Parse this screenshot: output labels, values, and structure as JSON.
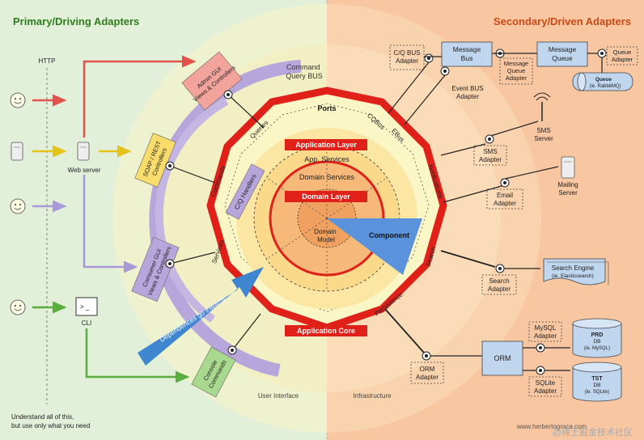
{
  "header": {
    "left_title": "Primary/Driving Adapters",
    "right_title": "Secondary/Driven Adapters"
  },
  "colors": {
    "left_bg": "#e2efd9",
    "right_bg": "#f7c7a1",
    "red": "#e0211a",
    "purple": "#b7a6dc",
    "blue_arrow": "#3f86d1",
    "component": "#5a93dc"
  },
  "primary": {
    "http_label": "HTTP",
    "web_server_label": "Web server",
    "cli_label": "CLI",
    "cli_glyph": "> _",
    "admin_gui": [
      "Admin GUI",
      "Views & Controllers"
    ],
    "soap_rest": [
      "SOAP / REST",
      "Controllers"
    ],
    "consumer_gui": [
      "Consumer GUI",
      "Views & Controllers"
    ],
    "console_commands": [
      "Console",
      "Commands"
    ],
    "command_query_bus": [
      "Command",
      "Query BUS"
    ],
    "cq_handlers": [
      "C/Q Handlers"
    ],
    "dependencies": "Dependences go inwards"
  },
  "core": {
    "ports_title": "Ports",
    "application_layer": "Application Layer",
    "app_services": "App. Services",
    "domain_services": "Domain Services",
    "domain_layer": "Domain Layer",
    "domain_model": [
      "Domain",
      "Model"
    ],
    "component": "Component",
    "application_core": "Application Core"
  },
  "ports": {
    "queries": "Queries",
    "commands": "Commands",
    "services": "Services",
    "cqbus": "CQBus",
    "ebus": "EBus",
    "notifications": "Notifications",
    "search": "Search",
    "persistence": "Persistence"
  },
  "secondary": {
    "cq_bus_adapter": [
      "C/Q BUS",
      "Adapter"
    ],
    "message_bus": [
      "Message",
      "Bus"
    ],
    "message_queue_adapter": [
      "Message",
      "Queue",
      "Adapter"
    ],
    "message_queue": [
      "Message",
      "Queue"
    ],
    "queue_adapter": [
      "Queue",
      "Adapter"
    ],
    "queue_db": [
      "Queue",
      "(ie. RabbitMQ)"
    ],
    "event_bus_adapter": [
      "Event BUS",
      "Adapter"
    ],
    "sms_server": [
      "SMS",
      "Server"
    ],
    "sms_adapter": [
      "SMS",
      "Adapter"
    ],
    "mailing_server": [
      "Mailing",
      "Server"
    ],
    "email_adapter": [
      "Email",
      "Adapter"
    ],
    "search_engine": [
      "Search Engine",
      "(ie. Elasticsearch)"
    ],
    "search_adapter": [
      "Search",
      "Adapter"
    ],
    "mysql_adapter": [
      "MySQL",
      "Adapter"
    ],
    "orm": "ORM",
    "orm_adapter": [
      "ORM",
      "Adapter"
    ],
    "sqlite_adapter": [
      "SQLite",
      "Adapter"
    ],
    "prd_db": [
      "PRD",
      "DB",
      "(ie. MySQL)"
    ],
    "tst_db": [
      "TST",
      "DB",
      "(ie. SQLite)"
    ]
  },
  "footer": {
    "user_interface": "User Interface",
    "infrastructure": "Infrastructure",
    "note": [
      "Understand all of this,",
      "but use only what you need"
    ],
    "url": "www.herbertograca.com",
    "watermark": "@稀土掘金技术社区"
  }
}
